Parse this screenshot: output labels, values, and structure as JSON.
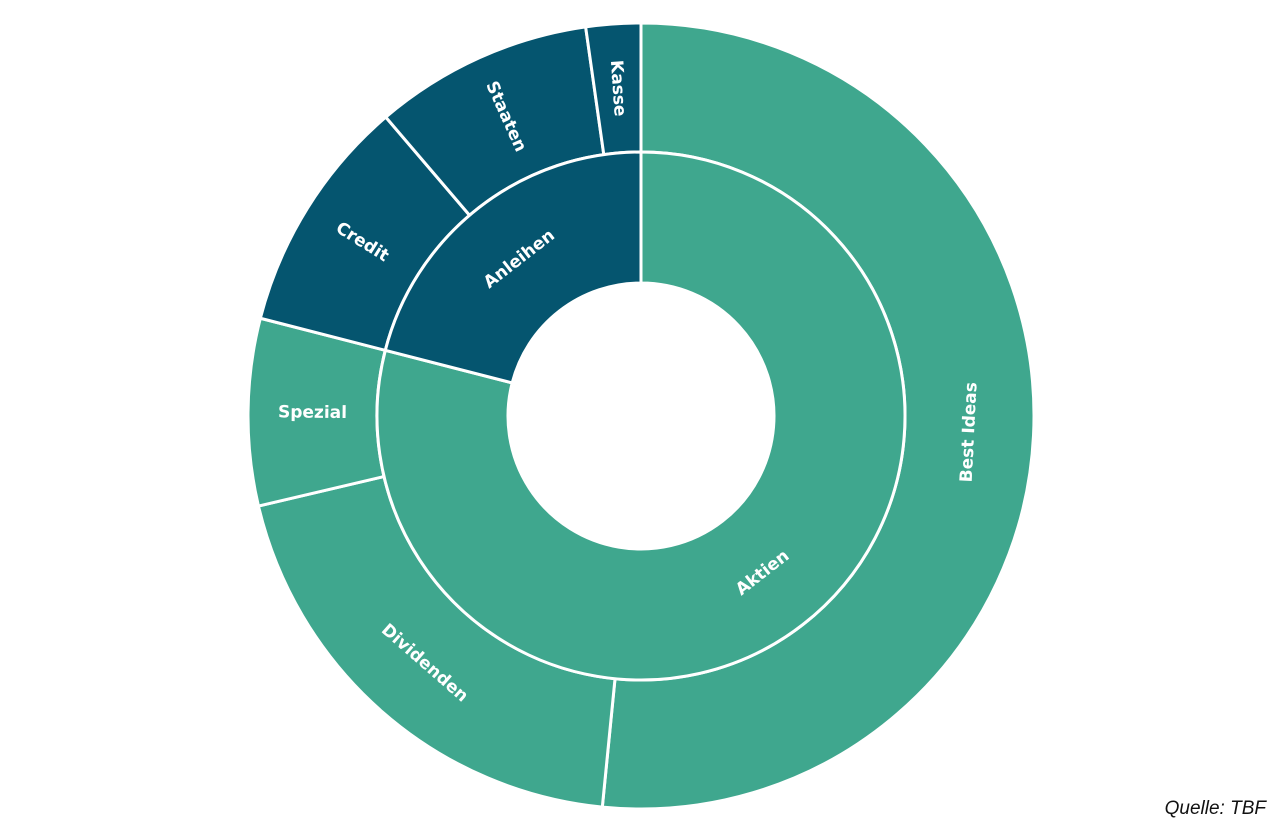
{
  "chart_data": {
    "type": "sunburst",
    "source": "Quelle: TBF",
    "colors": {
      "Aktien": "#3fa78e",
      "Anleihen": "#05556f",
      "separator": "#ffffff"
    },
    "inner_ring": [
      {
        "label": "Aktien",
        "value": 79,
        "color_key": "Aktien"
      },
      {
        "label": "Anleihen",
        "value": 21,
        "color_key": "Anleihen"
      }
    ],
    "outer_ring": [
      {
        "label": "Best Ideas",
        "parent": "Aktien",
        "value": 47
      },
      {
        "label": "Dividenden",
        "parent": "Aktien",
        "value": 18
      },
      {
        "label": "Spezial",
        "parent": "Aktien",
        "value": 7
      },
      {
        "label": "Credit",
        "parent": "Anleihen",
        "value": 13
      },
      {
        "label": "Staaten",
        "parent": "Anleihen",
        "value": 12
      },
      {
        "label": "Kasse",
        "parent": "Anleihen",
        "value": 3
      }
    ]
  }
}
